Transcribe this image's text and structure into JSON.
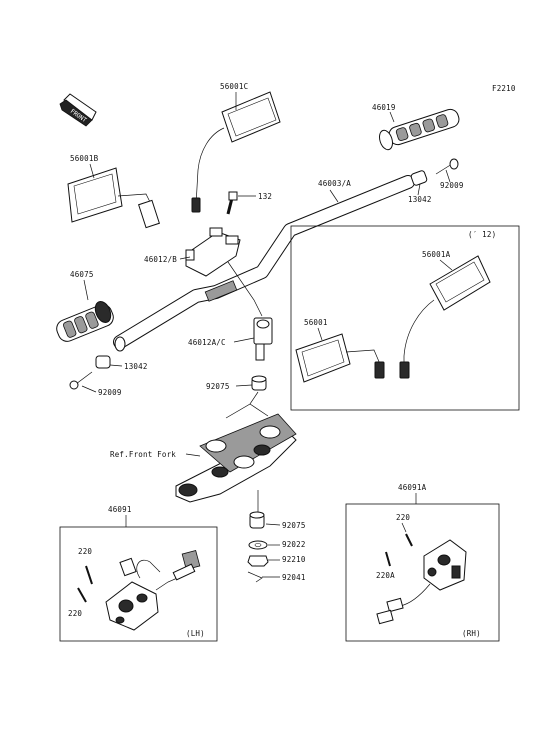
{
  "page_code": "F2210",
  "front_label": "FRONT",
  "group_note": "(′ 12)",
  "side_lh": "(LH)",
  "side_rh": "(RH)",
  "ref_front_fork": "Ref.Front Fork",
  "parts": {
    "p56001C": "56001C",
    "p56001B": "56001B",
    "p46019": "46019",
    "p132": "132",
    "p46003A": "46003/A",
    "p92009_top": "92009",
    "p13042_top": "13042",
    "p46012B": "46012/B",
    "p46075": "46075",
    "p56001A": "56001A",
    "p56001": "56001",
    "p46012AC": "46012A/C",
    "p13042_left": "13042",
    "p92009_left": "92009",
    "p92075_top": "92075",
    "p46091": "46091",
    "p46091A": "46091A",
    "p220_rh": "220",
    "p220A": "220A",
    "p92075_bottom": "92075",
    "p92022": "92022",
    "p92210": "92210",
    "p92041": "92041",
    "p220_lh_top": "220",
    "p220_lh_bottom": "220"
  }
}
